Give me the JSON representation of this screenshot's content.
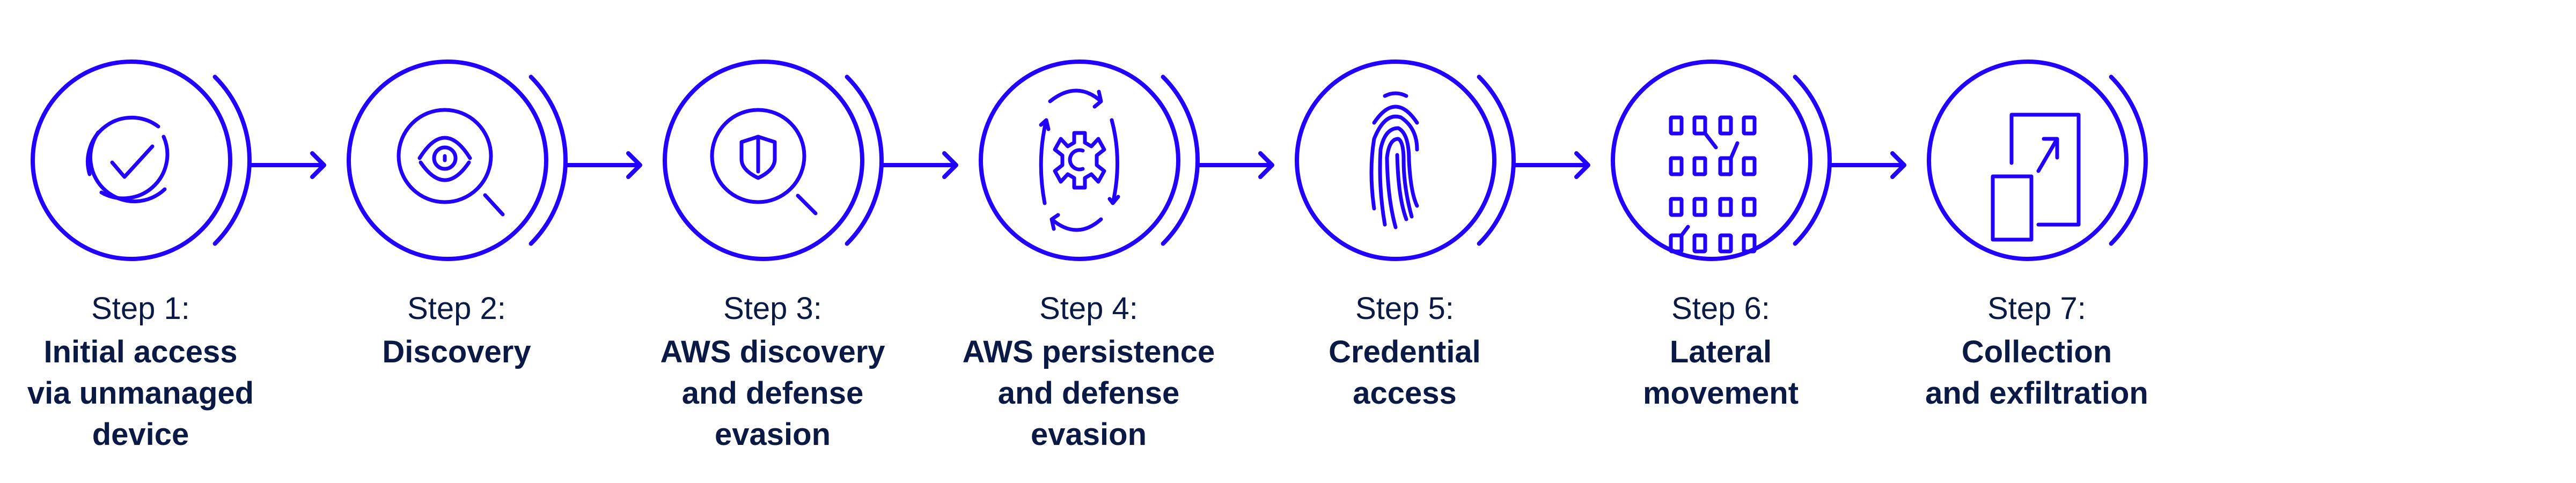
{
  "colors": {
    "accent": "#2200ff",
    "text": "#0b1a45",
    "background": "#ffffff"
  },
  "steps": [
    {
      "label": "Step 1:",
      "title": [
        "Initial access",
        "via unmanaged",
        "device"
      ],
      "icon": "check-circle-icon"
    },
    {
      "label": "Step 2:",
      "title": [
        "Discovery"
      ],
      "icon": "eye-magnifier-icon"
    },
    {
      "label": "Step 3:",
      "title": [
        "AWS discovery",
        "and defense",
        "evasion"
      ],
      "icon": "shield-magnifier-icon"
    },
    {
      "label": "Step 4:",
      "title": [
        "AWS persistence",
        "and defense",
        "evasion"
      ],
      "icon": "gear-cycle-icon"
    },
    {
      "label": "Step 5:",
      "title": [
        "Credential",
        "access"
      ],
      "icon": "fingerprint-icon"
    },
    {
      "label": "Step 6:",
      "title": [
        "Lateral",
        "movement"
      ],
      "icon": "grid-network-icon"
    },
    {
      "label": "Step 7:",
      "title": [
        "Collection",
        "and exfiltration"
      ],
      "icon": "export-window-icon"
    }
  ]
}
